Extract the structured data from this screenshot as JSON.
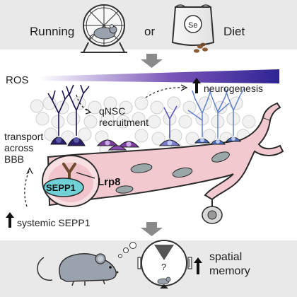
{
  "top": {
    "running": "Running",
    "or": "or",
    "diet": "Diet",
    "se_label": "Se"
  },
  "middle": {
    "ros": "ROS",
    "neurogenesis": "neurogenesis",
    "qnsc": "qNSC",
    "recruitment": "recruitment",
    "transport_line1": "transport",
    "transport_line2": "across",
    "transport_line3": "BBB",
    "sepp1": "SEPP1",
    "lrp8": "Lrp8",
    "systemic": "systemic SEPP1"
  },
  "bottom": {
    "spatial": "spatial",
    "memory": "memory",
    "maze_mark": "?"
  },
  "colors": {
    "band_bg": "#e9e9e9",
    "ros_start": "#ffffff",
    "ros_end": "#3a2ea0",
    "vessel": "#f2c9cf",
    "vessel_stroke": "#2b2b2b",
    "cell_dark": "#2d1f6b",
    "cell_mid": "#7a3fa0",
    "cell_light": "#7b78d1",
    "neuron_blue": "#5a7cc8",
    "sepp1_fill": "#6fd0d6",
    "receptor": "#6e4a2e",
    "arrow_gray": "#8a8a8a"
  }
}
